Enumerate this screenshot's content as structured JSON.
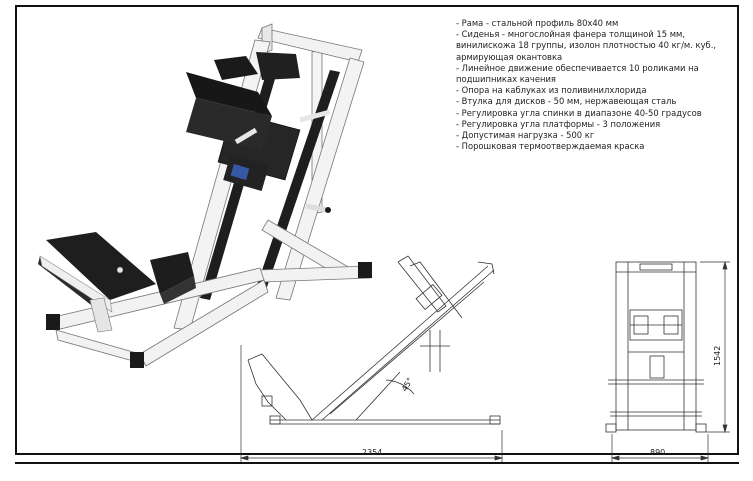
{
  "specs": [
    "- Рама - стальной профиль 80х40 мм",
    "- Сиденья - многослойная фанера толщиной 15 мм, винилискожа 18 группы, изолон плотностью 40 кг/м. куб., армирующая окантовка",
    "- Линейное движение обеспечивается 10 роликами на подшипниках качения",
    "- Опора на каблуках из поливинилхлорида",
    "- Втулка для дисков - 50 мм, нержавеющая сталь",
    "- Регулировка угла спинки в диапазоне 40-50 градусов",
    "- Регулировка угла платформы - 3 положения",
    "- Допустимая нагрузка - 500 кг",
    "- Порошковая термоотверждаемая краска"
  ],
  "dimensions": {
    "side_width": "2354",
    "angle": "45°",
    "front_width": "890",
    "height": "1542"
  },
  "colors": {
    "frame": "#f2f2f2",
    "pad": "#1c1c1c",
    "line": "#333333"
  }
}
